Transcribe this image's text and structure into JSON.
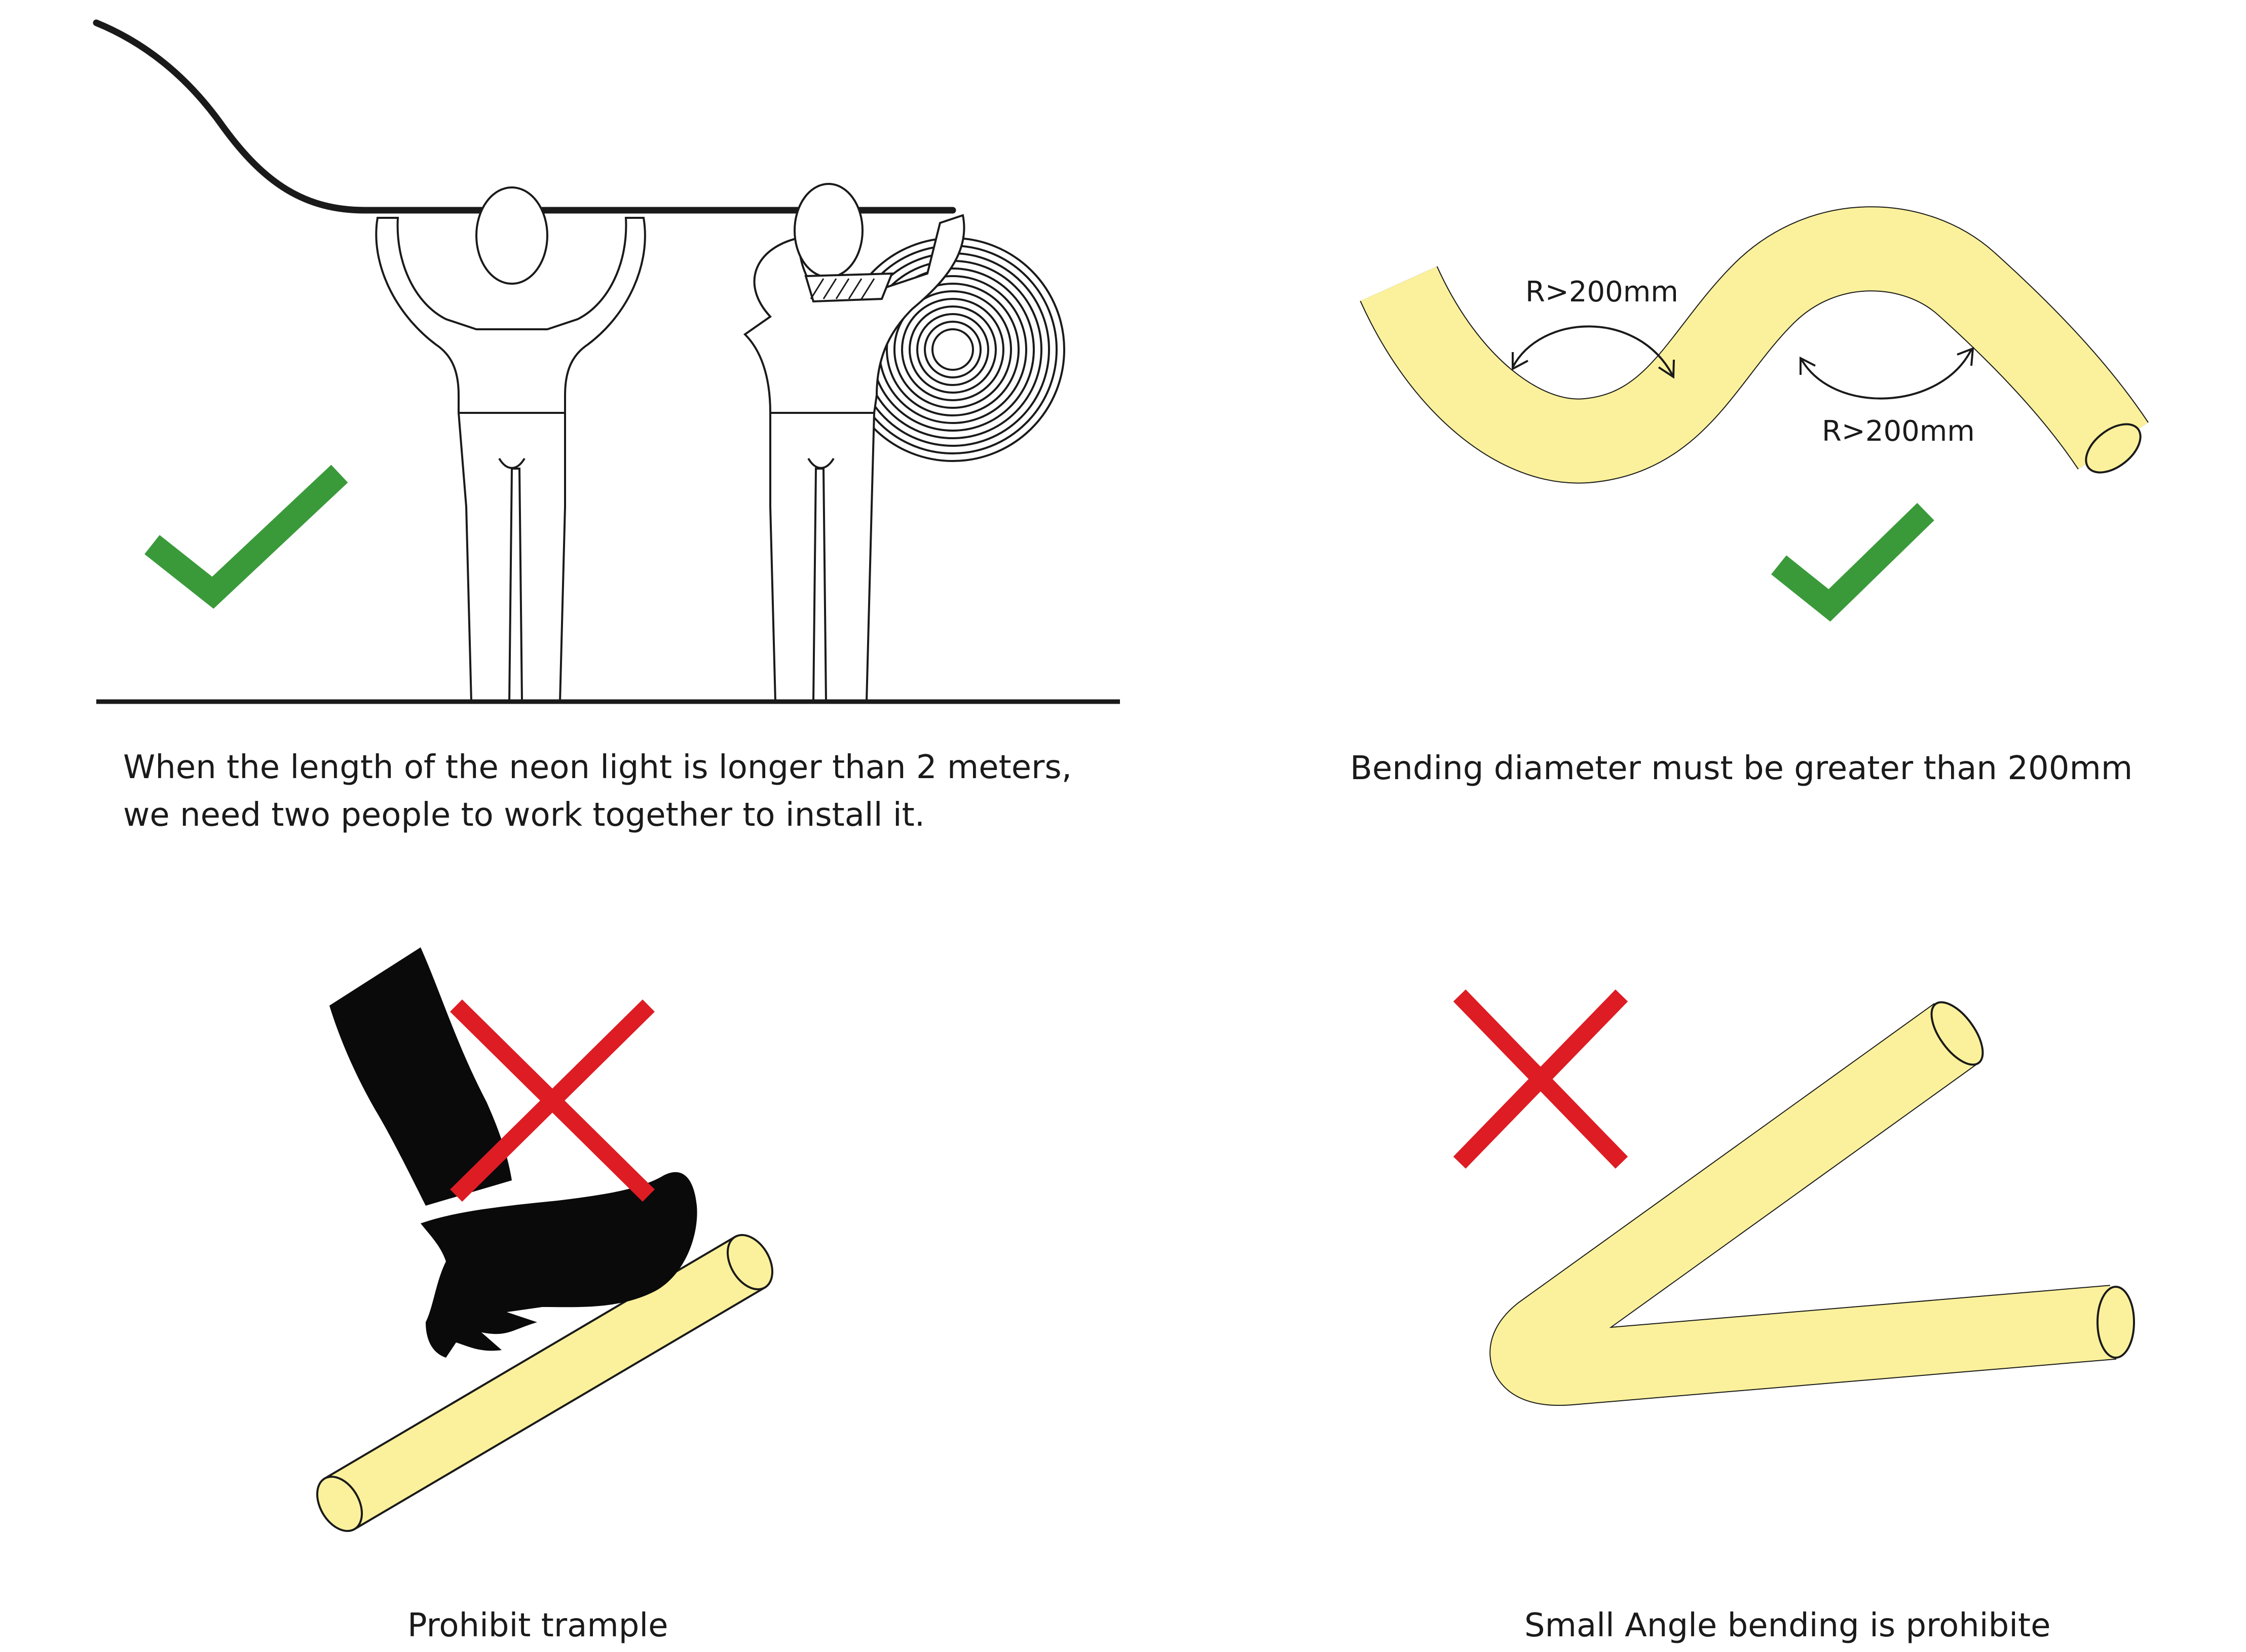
{
  "panels": [
    {
      "id": "two-person-install",
      "caption_lines": [
        "When the length of the neon light is longer than 2 meters,",
        "we need  two people to work together to install it."
      ],
      "status": "allowed",
      "icon": "checkmark-icon"
    },
    {
      "id": "bending-diameter",
      "caption": "Bending diameter must be greater than 200mm",
      "radius_labels": [
        "R>200mm",
        "R>200mm"
      ],
      "status": "allowed",
      "icon": "checkmark-icon"
    },
    {
      "id": "prohibit-trample",
      "caption": "Prohibit trample",
      "status": "prohibited",
      "icon": "cross-icon"
    },
    {
      "id": "small-angle-bending",
      "caption": "Small Angle bending is prohibite",
      "status": "prohibited",
      "icon": "cross-icon"
    }
  ],
  "colors": {
    "allowed": "#3a9a3a",
    "prohibited": "#dd1c24",
    "neon_fill": "#fbf19c",
    "outline": "#1a1a1a"
  }
}
